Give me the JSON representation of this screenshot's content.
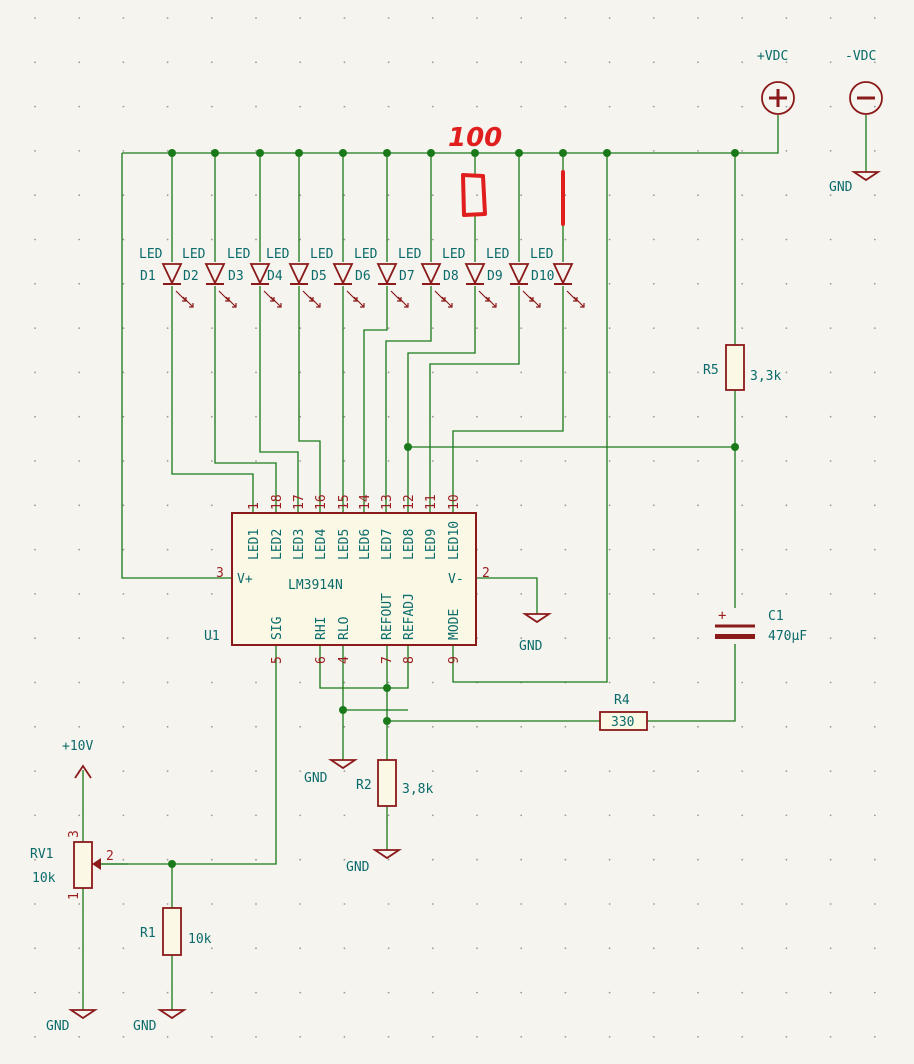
{
  "power": {
    "pos_label": "+VDC",
    "neg_label": "-VDC",
    "gnd": "GND",
    "v10": "+10V"
  },
  "leds": [
    {
      "type": "LED",
      "ref": "D1"
    },
    {
      "type": "LED",
      "ref": "D2"
    },
    {
      "type": "LED",
      "ref": "D3"
    },
    {
      "type": "LED",
      "ref": "D4"
    },
    {
      "type": "LED",
      "ref": "D5"
    },
    {
      "type": "LED",
      "ref": "D6"
    },
    {
      "type": "LED",
      "ref": "D7"
    },
    {
      "type": "LED",
      "ref": "D8"
    },
    {
      "type": "LED",
      "ref": "D9"
    },
    {
      "type": "LED",
      "ref": "D10"
    }
  ],
  "ic": {
    "ref": "U1",
    "part": "LM3914N",
    "top_pins": [
      {
        "num": "1",
        "name": "LED1"
      },
      {
        "num": "18",
        "name": "LED2"
      },
      {
        "num": "17",
        "name": "LED3"
      },
      {
        "num": "16",
        "name": "LED4"
      },
      {
        "num": "15",
        "name": "LED5"
      },
      {
        "num": "14",
        "name": "LED6"
      },
      {
        "num": "13",
        "name": "LED7"
      },
      {
        "num": "12",
        "name": "LED8"
      },
      {
        "num": "11",
        "name": "LED9"
      },
      {
        "num": "10",
        "name": "LED10"
      }
    ],
    "bottom_pins": [
      {
        "num": "5",
        "name": "SIG"
      },
      {
        "num": "6",
        "name": "RHI"
      },
      {
        "num": "4",
        "name": "RLO"
      },
      {
        "num": "7",
        "name": "REFOUT"
      },
      {
        "num": "8",
        "name": "REFADJ"
      },
      {
        "num": "9",
        "name": "MODE"
      }
    ],
    "left_pin": {
      "num": "3",
      "name": "V+"
    },
    "right_pin": {
      "num": "2",
      "name": "V-"
    }
  },
  "components": {
    "r5": {
      "ref": "R5",
      "value": "3,3k"
    },
    "c1": {
      "ref": "C1",
      "value": "470µF",
      "polarity": "+"
    },
    "r4": {
      "ref": "R4",
      "value": "330"
    },
    "r2": {
      "ref": "R2",
      "value": "3,8k"
    },
    "r1": {
      "ref": "R1",
      "value": "10k"
    },
    "rv1": {
      "ref": "RV1",
      "value": "10k",
      "pin1": "1",
      "pin2": "2",
      "pin3": "3"
    }
  },
  "handwriting": {
    "label": "100"
  },
  "colors": {
    "wire": "#1a7a1a",
    "component": "#8b1a1a",
    "text": "#0b6b6b",
    "annotation": "#e01e1e",
    "background": "#f5f4ef"
  }
}
